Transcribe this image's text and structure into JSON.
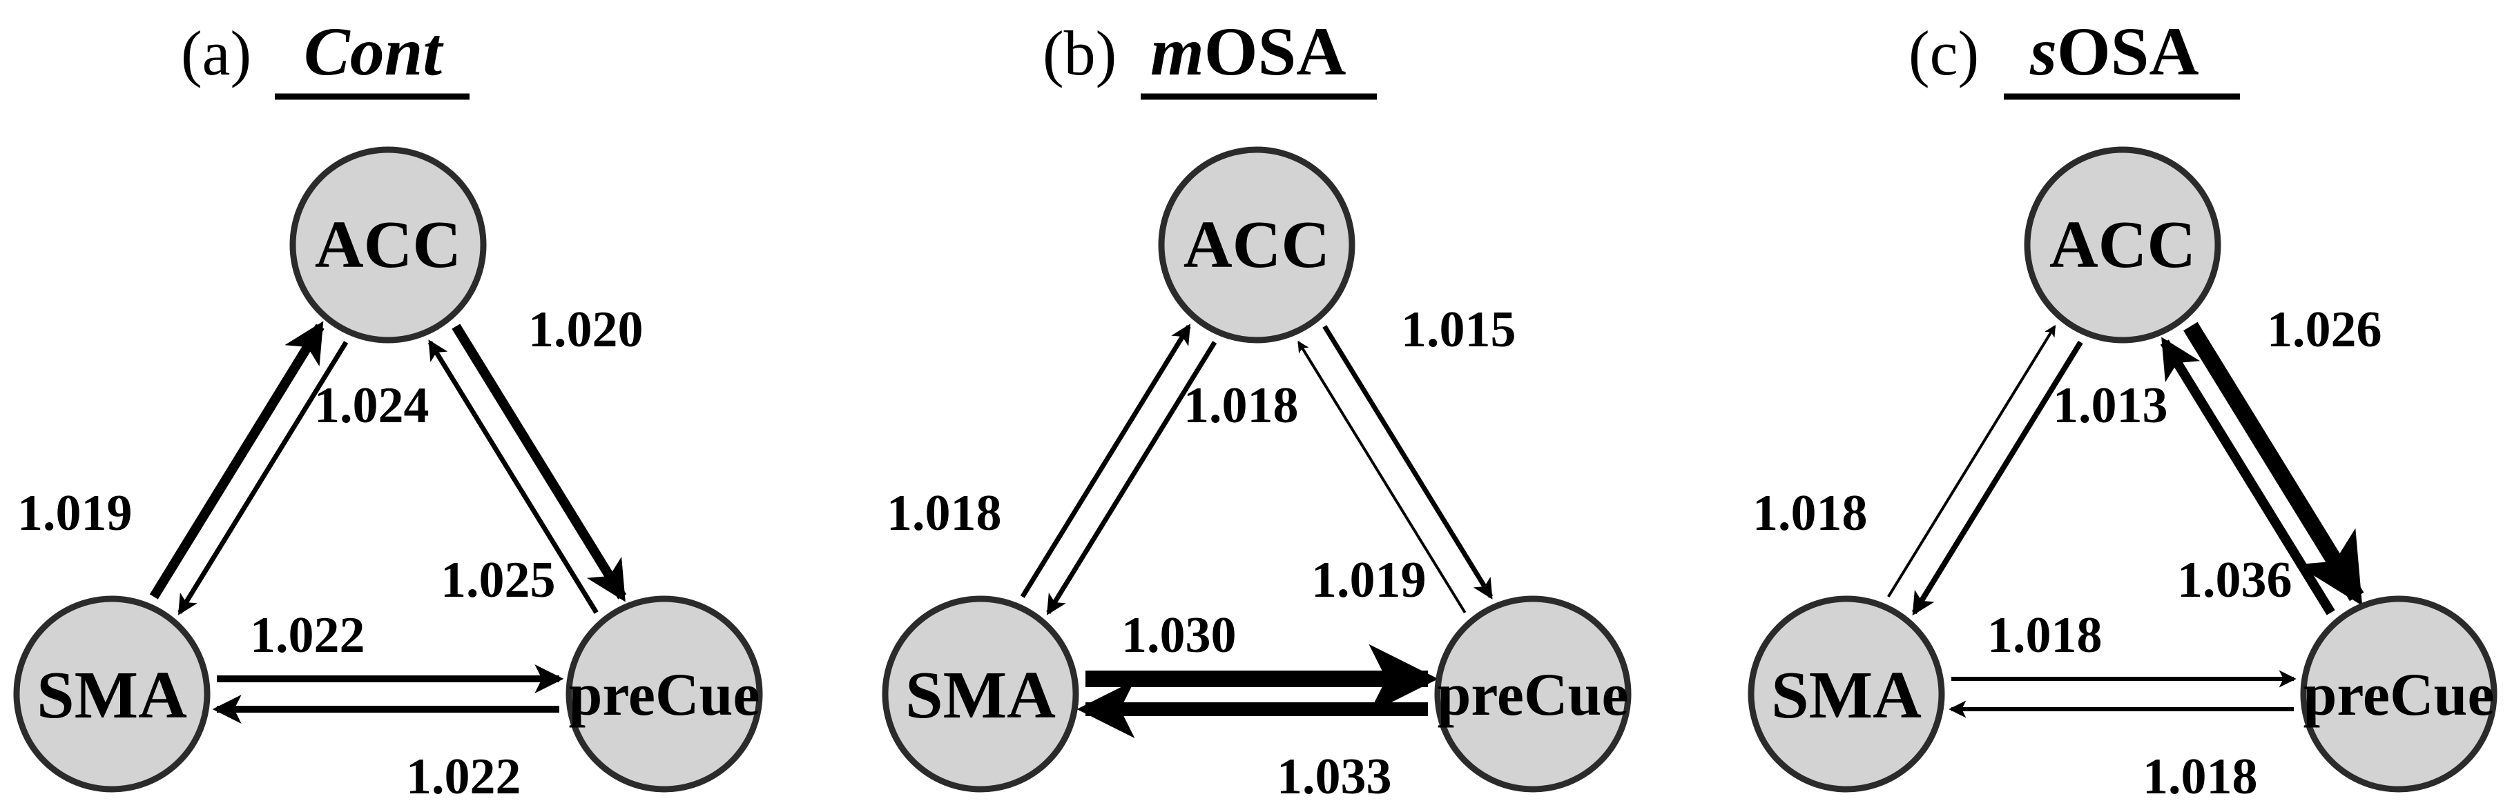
{
  "panels": [
    {
      "id": "a",
      "label": "(a)",
      "title_italic": "Cont",
      "title_rest": "",
      "nodes": {
        "acc": "ACC",
        "sma": "SMA",
        "precue": "preCue"
      },
      "edges": {
        "sma_to_acc": "1.024",
        "acc_to_sma": "1.019",
        "acc_to_precue": "1.025",
        "precue_to_acc": "1.020",
        "precue_to_sma": "1.022",
        "sma_to_precue": "1.022"
      }
    },
    {
      "id": "b",
      "label": "(b)",
      "title_italic": "m",
      "title_rest": "OSA",
      "nodes": {
        "acc": "ACC",
        "sma": "SMA",
        "precue": "preCue"
      },
      "edges": {
        "sma_to_acc": "1.018",
        "acc_to_sma": "1.018",
        "acc_to_precue": "1.019",
        "precue_to_acc": "1.015",
        "precue_to_sma": "1.030",
        "sma_to_precue": "1.033"
      }
    },
    {
      "id": "c",
      "label": "(c)",
      "title_italic": "s",
      "title_rest": "OSA",
      "nodes": {
        "acc": "ACC",
        "sma": "SMA",
        "precue": "preCue"
      },
      "edges": {
        "sma_to_acc": "1.013",
        "acc_to_sma": "1.018",
        "acc_to_precue": "1.036",
        "precue_to_acc": "1.026",
        "precue_to_sma": "1.018",
        "sma_to_precue": "1.018"
      }
    }
  ]
}
